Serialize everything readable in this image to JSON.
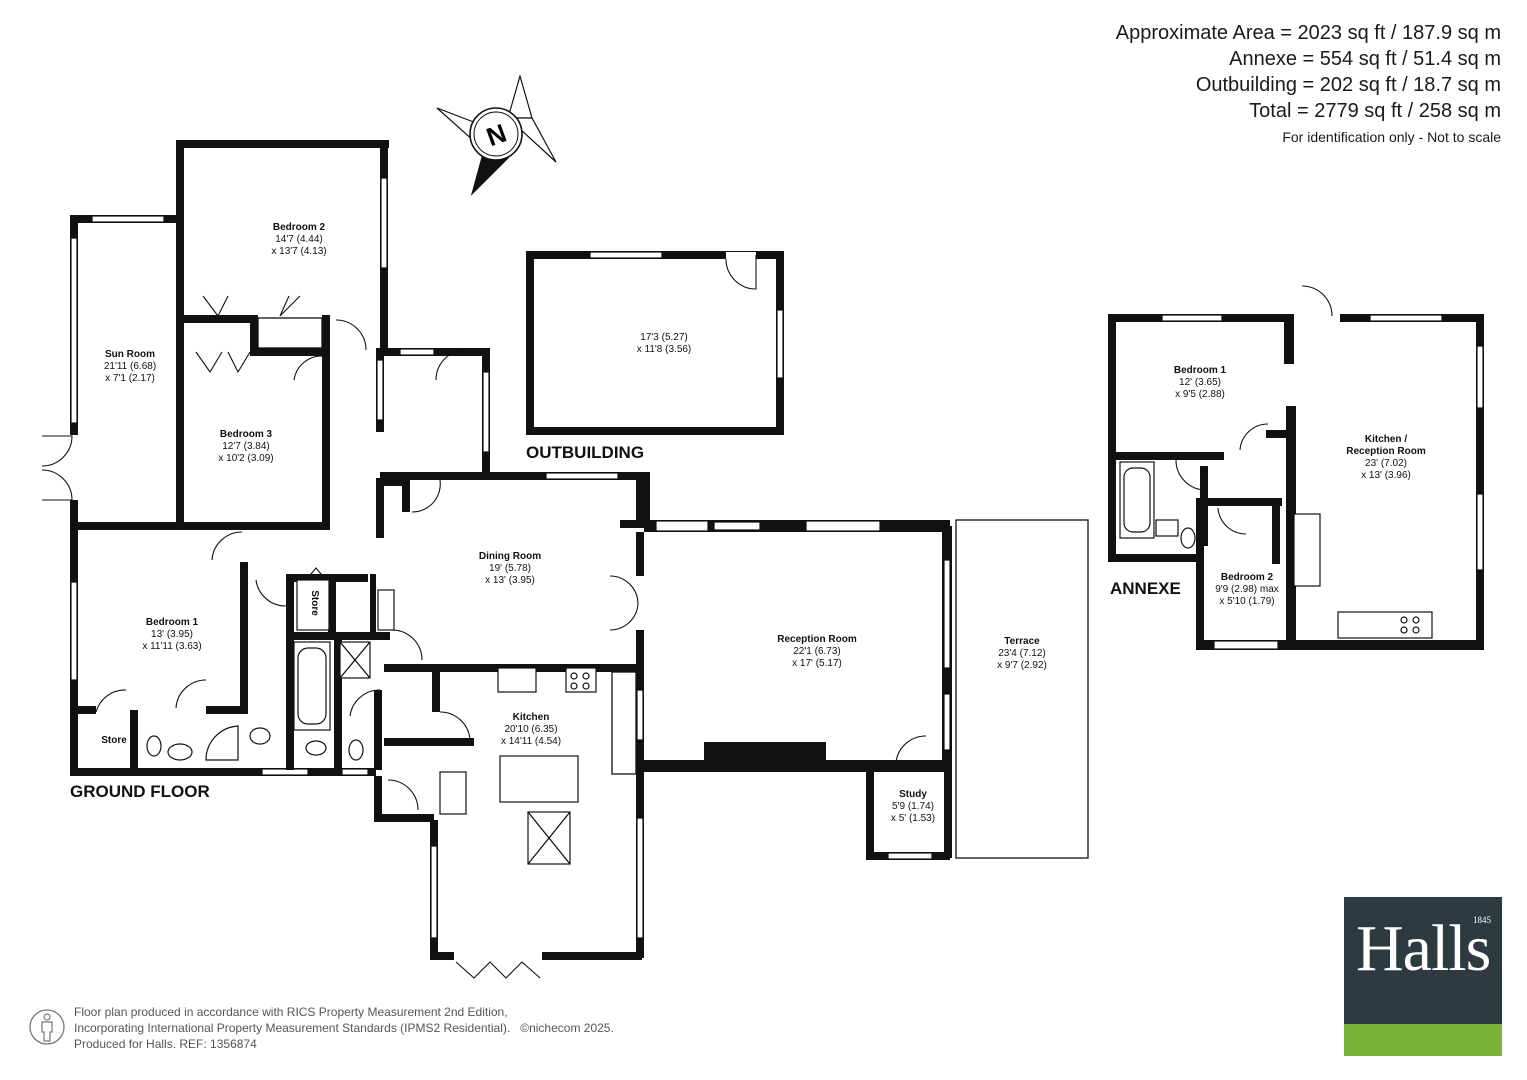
{
  "areas": {
    "approximate": "Approximate Area = 2023 sq ft / 187.9 sq m",
    "annexe": "Annexe = 554 sq ft / 51.4 sq m",
    "outbuilding": "Outbuilding = 202 sq ft / 18.7 sq m",
    "total": "Total = 2779 sq ft / 258 sq m",
    "note": "For identification only - Not to scale"
  },
  "compass": {
    "label": "N"
  },
  "sections": {
    "ground_floor": "GROUND FLOOR",
    "outbuilding": "OUTBUILDING",
    "annexe": "ANNEXE"
  },
  "rooms": {
    "bedroom2": {
      "name": "Bedroom 2",
      "dim1": "14'7 (4.44)",
      "dim2": "x 13'7 (4.13)"
    },
    "sunroom": {
      "name": "Sun Room",
      "dim1": "21'11 (6.68)",
      "dim2": "x 7'1 (2.17)"
    },
    "bedroom3": {
      "name": "Bedroom 3",
      "dim1": "12'7 (3.84)",
      "dim2": "x 10'2 (3.09)"
    },
    "bedroom1": {
      "name": "Bedroom 1",
      "dim1": "13' (3.95)",
      "dim2": "x 11'11 (3.63)"
    },
    "store1": {
      "name": "Store"
    },
    "store2": {
      "name": "Store"
    },
    "dining": {
      "name": "Dining Room",
      "dim1": "19' (5.78)",
      "dim2": "x 13' (3.95)"
    },
    "kitchen": {
      "name": "Kitchen",
      "dim1": "20'10 (6.35)",
      "dim2": "x 14'11 (4.54)"
    },
    "reception": {
      "name": "Reception Room",
      "dim1": "22'1 (6.73)",
      "dim2": "x 17' (5.17)"
    },
    "study": {
      "name": "Study",
      "dim1": "5'9 (1.74)",
      "dim2": "x 5' (1.53)"
    },
    "terrace": {
      "name": "Terrace",
      "dim1": "23'4 (7.12)",
      "dim2": "x 9'7 (2.92)"
    },
    "outbuilding": {
      "dim1": "17'3 (5.27)",
      "dim2": "x 11'8 (3.56)"
    },
    "annexe_bed1": {
      "name": "Bedroom 1",
      "dim1": "12' (3.65)",
      "dim2": "x 9'5 (2.88)"
    },
    "annexe_kitchen": {
      "name1": "Kitchen /",
      "name2": "Reception Room",
      "dim1": "23' (7.02)",
      "dim2": "x 13' (3.96)"
    },
    "annexe_bed2": {
      "name": "Bedroom 2",
      "dim1": "9'9 (2.98) max",
      "dim2": "x 5'10 (1.79)"
    }
  },
  "footer": {
    "line1": "Floor plan produced in accordance with RICS Property Measurement 2nd Edition,",
    "line2": "Incorporating International Property Measurement Standards (IPMS2 Residential).",
    "copyright": "©nichecom 2025.",
    "line3": "Produced for Halls.   REF: 1356874"
  },
  "logo": {
    "name": "Halls",
    "year": "1845"
  },
  "colors": {
    "wall": "#111111",
    "logo_bg": "#2d3b41",
    "logo_accent": "#7bb43b"
  }
}
